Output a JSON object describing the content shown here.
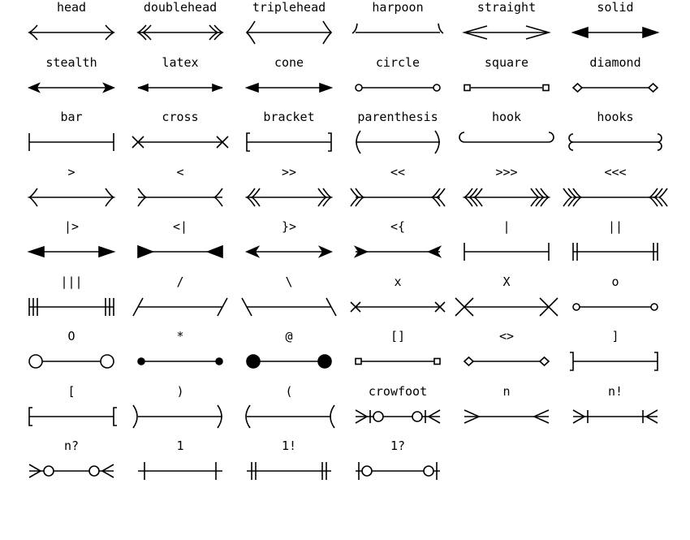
{
  "arrow_styles": [
    {
      "label": "head",
      "tip": "head"
    },
    {
      "label": "doublehead",
      "tip": "doublehead"
    },
    {
      "label": "triplehead",
      "tip": "triplehead"
    },
    {
      "label": "harpoon",
      "tip": "harpoon"
    },
    {
      "label": "straight",
      "tip": "straight"
    },
    {
      "label": "solid",
      "tip": "solid"
    },
    {
      "label": "stealth",
      "tip": "stealth"
    },
    {
      "label": "latex",
      "tip": "latex"
    },
    {
      "label": "cone",
      "tip": "cone"
    },
    {
      "label": "circle",
      "tip": "circle"
    },
    {
      "label": "square",
      "tip": "square"
    },
    {
      "label": "diamond",
      "tip": "diamond"
    },
    {
      "label": "bar",
      "tip": "bar"
    },
    {
      "label": "cross",
      "tip": "cross"
    },
    {
      "label": "bracket",
      "tip": "bracket"
    },
    {
      "label": "parenthesis",
      "tip": "parenthesis"
    },
    {
      "label": "hook",
      "tip": "hook"
    },
    {
      "label": "hooks",
      "tip": "hooks"
    },
    {
      "label": ">",
      "tip": ">"
    },
    {
      "label": "<",
      "tip": "<"
    },
    {
      "label": ">>",
      "tip": ">>"
    },
    {
      "label": "<<",
      "tip": "<<"
    },
    {
      "label": ">>>",
      "tip": ">>>"
    },
    {
      "label": "<<<",
      "tip": "<<<"
    },
    {
      "label": "|>",
      "tip": "|>"
    },
    {
      "label": "<|",
      "tip": "<|"
    },
    {
      "label": "}>",
      "tip": "}>"
    },
    {
      "label": "<{",
      "tip": "<{"
    },
    {
      "label": "|",
      "tip": "|"
    },
    {
      "label": "||",
      "tip": "||"
    },
    {
      "label": "|||",
      "tip": "|||"
    },
    {
      "label": "/",
      "tip": "/"
    },
    {
      "label": "\\",
      "tip": "\\"
    },
    {
      "label": "x",
      "tip": "x"
    },
    {
      "label": "X",
      "tip": "X"
    },
    {
      "label": "o",
      "tip": "o"
    },
    {
      "label": "O",
      "tip": "O"
    },
    {
      "label": "*",
      "tip": "*"
    },
    {
      "label": "@",
      "tip": "@"
    },
    {
      "label": "[]",
      "tip": "[]"
    },
    {
      "label": "<>",
      "tip": "<>"
    },
    {
      "label": "]",
      "tip": "]"
    },
    {
      "label": "[",
      "tip": "["
    },
    {
      "label": ")",
      "tip": ")"
    },
    {
      "label": "(",
      "tip": "("
    },
    {
      "label": "crowfoot",
      "tip": "crowfoot"
    },
    {
      "label": "n",
      "tip": "n"
    },
    {
      "label": "n!",
      "tip": "n!"
    },
    {
      "label": "n?",
      "tip": "n?"
    },
    {
      "label": "1",
      "tip": "1"
    },
    {
      "label": "1!",
      "tip": "1!"
    },
    {
      "label": "1?",
      "tip": "1?"
    }
  ],
  "stroke_color": "#000000",
  "fill_color": "#ffffff"
}
